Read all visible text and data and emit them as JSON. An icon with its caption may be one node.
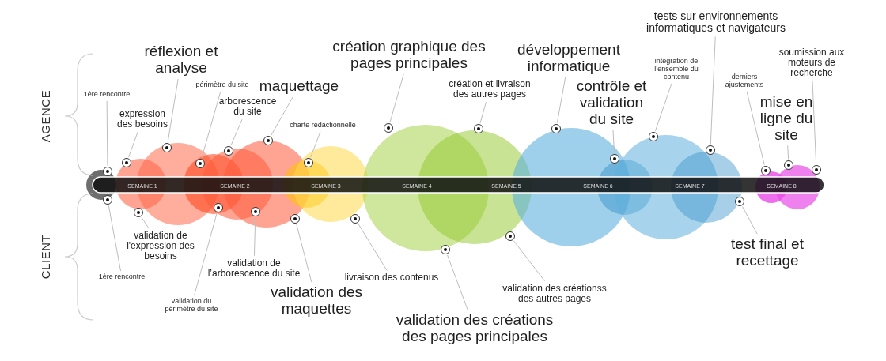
{
  "diagram": {
    "nodes": [
      {
        "text": [
          "1ère rencontre"
        ]
      },
      {
        "text": [
          "expression des besoins"
        ]
      },
      {
        "text": [
          "réflexion et analyse"
        ]
      },
      {
        "text": [
          "périmètre du site"
        ]
      },
      {
        "text": [
          "arborescence du site"
        ]
      },
      {
        "text": [
          "maquettage"
        ]
      },
      {
        "text": [
          "charte rédactionnelle"
        ]
      },
      {
        "text": [
          "création graphique des pages principales"
        ]
      },
      {
        "text": [
          "création et livraison des autres pages"
        ]
      },
      {
        "text": [
          "développement informatique"
        ]
      },
      {
        "text": [
          "contrôle et validation du site"
        ]
      },
      {
        "text": [
          "intégration de l’ensemble du contenu"
        ]
      },
      {
        "text": [
          "tests sur environnements informatiques et navigateurs"
        ]
      },
      {
        "text": [
          "derniers ajustements"
        ]
      },
      {
        "text": [
          "mise en ligne du site"
        ]
      },
      {
        "text": [
          "soumission aux moteurs de recherche"
        ]
      },
      {
        "text": [
          "validation de l'expression des besoins"
        ]
      },
      {
        "text": [
          "1ère rencontre"
        ]
      },
      {
        "text": [
          "validation de l’arborescence du site"
        ]
      },
      {
        "text": [
          "validation du périmètre du site"
        ]
      },
      {
        "text": [
          "validation des maquettes"
        ]
      },
      {
        "text": [
          "livraison des contenus"
        ]
      },
      {
        "text": [
          "validation des créations des pages principales"
        ]
      },
      {
        "text": [
          "validation des créationss des autres pages"
        ]
      },
      {
        "text": [
          "test final et recettage"
        ]
      },
      {
        "text": [],
        "shape": "circle"
      },
      {
        "text": [],
        "shape": "circle"
      },
      {
        "text": [],
        "shape": "circle"
      },
      {
        "text": [],
        "shape": "circle"
      },
      {
        "text": [],
        "shape": "circle"
      },
      {
        "text": [],
        "shape": "circle"
      },
      {
        "text": [],
        "shape": "circle"
      },
      {
        "text": [],
        "shape": "circle"
      },
      {
        "text": [],
        "shape": "circle"
      },
      {
        "text": [],
        "shape": "circle"
      },
      {
        "text": [],
        "shape": "circle"
      },
      {
        "text": [],
        "shape": "circle"
      },
      {
        "text": [],
        "shape": "circle"
      },
      {
        "text": [],
        "shape": "circle"
      },
      {
        "text": [],
        "shape": "circle"
      },
      {
        "text": [],
        "shape": "circle"
      },
      {
        "text": [],
        "shape": "circle"
      },
      {
        "text": [],
        "shape": "circle"
      },
      {
        "text": [],
        "shape": "circle"
      },
      {
        "text": [],
        "shape": "circle"
      },
      {
        "text": [],
        "shape": "circle"
      },
      {
        "text": [],
        "shape": "circle"
      },
      {
        "text": [],
        "shape": "circle"
      },
      {
        "text": [],
        "shape": "circle"
      },
      {
        "text": [],
        "shape": "circle"
      }
    ],
    "edges": [
      {
        "from": 0,
        "to": 25,
        "arrow": "none"
      },
      {
        "from": 1,
        "to": 26,
        "arrow": "none"
      },
      {
        "from": 2,
        "to": 27,
        "arrow": "none"
      },
      {
        "from": 3,
        "to": 28,
        "arrow": "none"
      },
      {
        "from": 4,
        "to": 29,
        "arrow": "none"
      },
      {
        "from": 5,
        "to": 30,
        "arrow": "none"
      },
      {
        "from": 6,
        "to": 31,
        "arrow": "none"
      },
      {
        "from": 7,
        "to": 32,
        "arrow": "none"
      },
      {
        "from": 8,
        "to": 33,
        "arrow": "none"
      },
      {
        "from": 9,
        "to": 34,
        "arrow": "none"
      },
      {
        "from": 10,
        "to": 35,
        "arrow": "none"
      },
      {
        "from": 11,
        "to": 36,
        "arrow": "none"
      },
      {
        "from": 12,
        "to": 37,
        "arrow": "none"
      },
      {
        "from": 13,
        "to": 38,
        "arrow": "none"
      },
      {
        "from": 14,
        "to": 39,
        "arrow": "none"
      },
      {
        "from": 15,
        "to": 40,
        "arrow": "none"
      },
      {
        "from": 16,
        "to": 41,
        "arrow": "none"
      },
      {
        "from": 17,
        "to": 42,
        "arrow": "none"
      },
      {
        "from": 18,
        "to": 43,
        "arrow": "none"
      },
      {
        "from": 19,
        "to": 44,
        "arrow": "none"
      },
      {
        "from": 20,
        "to": 45,
        "arrow": "none"
      },
      {
        "from": 21,
        "to": 46,
        "arrow": "none"
      },
      {
        "from": 22,
        "to": 47,
        "arrow": "none"
      },
      {
        "from": 23,
        "to": 48,
        "arrow": "none"
      },
      {
        "from": 24,
        "to": 49,
        "arrow": "none"
      }
    ],
    "labels": [
      "AGENCE",
      "CLIENT",
      "SEMAINE 1",
      "SEMAINE 2",
      "SEMAINE 3",
      "SEMAINE 4",
      "SEMAINE 5",
      "SEMAINE 6",
      "SEMAINE 7",
      "SEMAINE 8"
    ]
  }
}
